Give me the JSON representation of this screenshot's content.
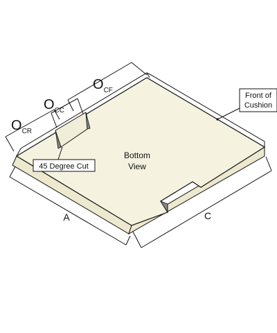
{
  "diagram": {
    "label_front": [
      "Front of",
      "Cushion"
    ],
    "label_center": [
      "Bottom",
      "View"
    ],
    "label_cut": "45 Degree Cut",
    "dim_a": "A",
    "dim_c": "C",
    "dim_cr": {
      "main": "O",
      "sub": "CR"
    },
    "dim_cc": {
      "main": "O",
      "sub": "CC"
    },
    "dim_cf": {
      "main": "O",
      "sub": "CF"
    },
    "colors": {
      "fill": "#f5f3e0",
      "fill_side": "#ece9cf",
      "stroke": "#111111",
      "notch": "#8a8a8a"
    }
  }
}
